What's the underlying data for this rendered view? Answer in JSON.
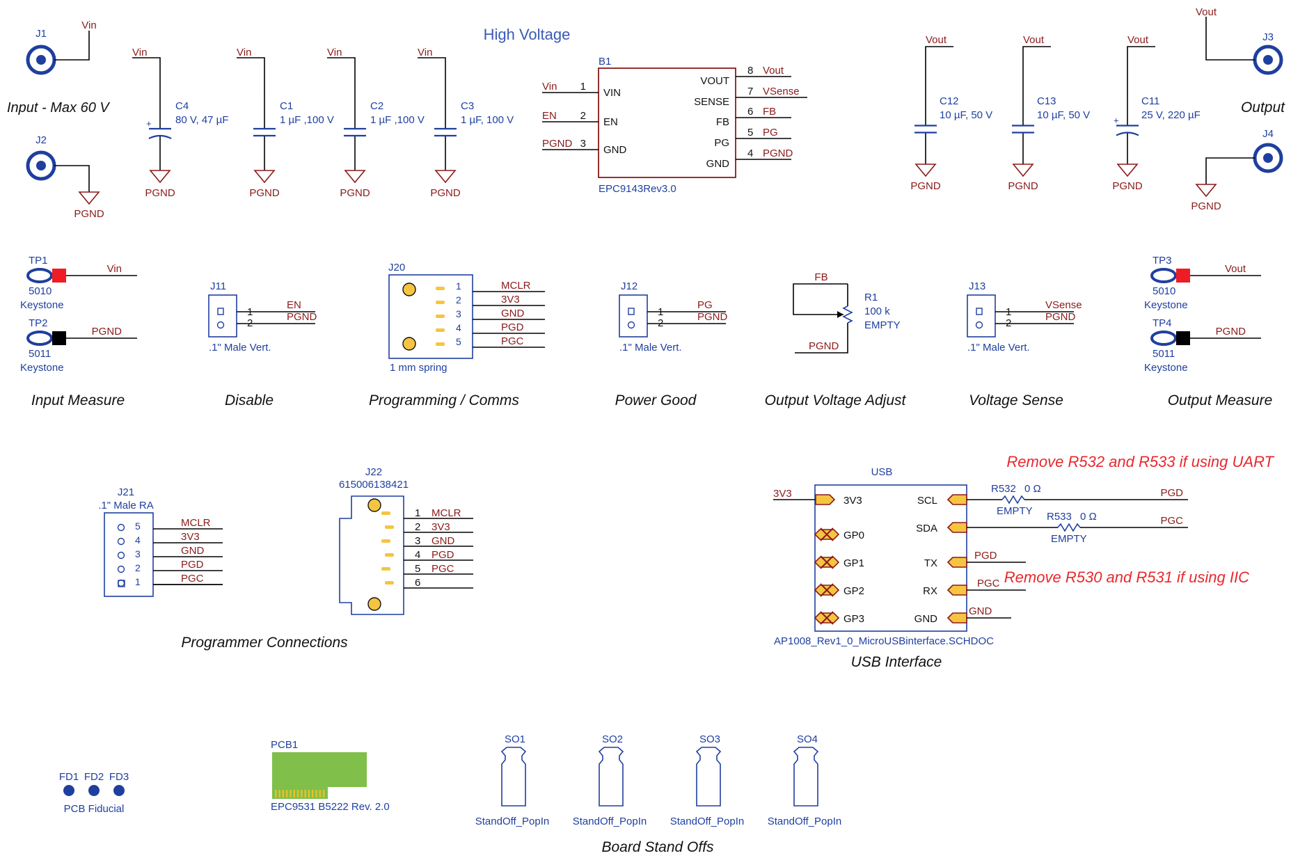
{
  "colors": {
    "net": "#8b1a1a",
    "part": "#1f3f9f",
    "wire": "#000000",
    "annotation": "#e8282d",
    "title": "#3a5ab5",
    "connector_fill": "#f5c542",
    "board_green": "#7fbf4a",
    "tp_red": "#ee1c25",
    "tp_black": "#000000"
  },
  "top": {
    "title": "High Voltage",
    "input_label": "Input - Max 60 V",
    "output_label": "Output",
    "j1": {
      "ref": "J1",
      "net": "Vin"
    },
    "j2": {
      "ref": "J2",
      "net": "PGND"
    },
    "j3": {
      "ref": "J3",
      "net": "Vout"
    },
    "j4": {
      "ref": "J4",
      "net": "PGND"
    },
    "input_caps": [
      {
        "ref": "C4",
        "value": "80 V, 47 µF",
        "net_top": "Vin",
        "net_bottom": "PGND",
        "polarized": true
      },
      {
        "ref": "C1",
        "value": "1 µF ,100 V",
        "net_top": "Vin",
        "net_bottom": "PGND",
        "polarized": false
      },
      {
        "ref": "C2",
        "value": "1 µF ,100 V",
        "net_top": "Vin",
        "net_bottom": "PGND",
        "polarized": false
      },
      {
        "ref": "C3",
        "value": "1 µF, 100 V",
        "net_top": "Vin",
        "net_bottom": "PGND",
        "polarized": false
      }
    ],
    "output_caps": [
      {
        "ref": "C12",
        "value": "10 µF, 50 V",
        "net_top": "Vout",
        "net_bottom": "PGND",
        "polarized": false
      },
      {
        "ref": "C13",
        "value": "10 µF, 50 V",
        "net_top": "Vout",
        "net_bottom": "PGND",
        "polarized": false
      },
      {
        "ref": "C11",
        "value": "25 V, 220 µF",
        "net_top": "Vout",
        "net_bottom": "PGND",
        "polarized": true
      }
    ],
    "module": {
      "ref": "B1",
      "part": "EPC9143Rev3.0",
      "left_pins": [
        {
          "num": "1",
          "name": "VIN",
          "net": "Vin"
        },
        {
          "num": "2",
          "name": "EN",
          "net": "EN"
        },
        {
          "num": "3",
          "name": "GND",
          "net": "PGND"
        }
      ],
      "right_pins": [
        {
          "num": "8",
          "name": "VOUT",
          "net": "Vout"
        },
        {
          "num": "7",
          "name": "SENSE",
          "net": "VSense"
        },
        {
          "num": "6",
          "name": "FB",
          "net": "FB"
        },
        {
          "num": "5",
          "name": "PG",
          "net": "PG"
        },
        {
          "num": "4",
          "name": "GND",
          "net": "PGND"
        }
      ]
    }
  },
  "middle": {
    "tp1": {
      "ref": "TP1",
      "part": "5010",
      "mfr": "Keystone",
      "net": "Vin"
    },
    "tp2": {
      "ref": "TP2",
      "part": "5011",
      "mfr": "Keystone",
      "net": "PGND"
    },
    "tp3": {
      "ref": "TP3",
      "part": "5010",
      "mfr": "Keystone",
      "net": "Vout"
    },
    "tp4": {
      "ref": "TP4",
      "part": "5011",
      "mfr": "Keystone",
      "net": "PGND"
    },
    "j11": {
      "ref": "J11",
      "desc": ".1\" Male Vert.",
      "pins": [
        "1",
        "2"
      ],
      "nets": [
        "EN",
        "PGND"
      ]
    },
    "j12": {
      "ref": "J12",
      "desc": ".1\" Male Vert.",
      "pins": [
        "1",
        "2"
      ],
      "nets": [
        "PG",
        "PGND"
      ]
    },
    "j13": {
      "ref": "J13",
      "desc": ".1\" Male Vert.",
      "pins": [
        "1",
        "2"
      ],
      "nets": [
        "VSense",
        "PGND"
      ]
    },
    "j20": {
      "ref": "J20",
      "desc": "1 mm spring",
      "pins": [
        "1",
        "2",
        "3",
        "4",
        "5"
      ],
      "nets": [
        "MCLR",
        "3V3",
        "GND",
        "PGD",
        "PGC"
      ]
    },
    "r1": {
      "ref": "R1",
      "value": "100 k",
      "note": "EMPTY",
      "net_top": "FB",
      "net_bottom": "PGND"
    },
    "captions": [
      "Input Measure",
      "Disable",
      "Programming / Comms",
      "Power Good",
      "Output Voltage Adjust",
      "Voltage Sense",
      "Output Measure"
    ]
  },
  "programmer": {
    "j21": {
      "ref": "J21",
      "desc": ".1\" Male RA",
      "pins": [
        "5",
        "4",
        "3",
        "2",
        "1"
      ],
      "nets": [
        "MCLR",
        "3V3",
        "GND",
        "PGD",
        "PGC"
      ]
    },
    "j22": {
      "ref": "J22",
      "part": "615006138421",
      "pins": [
        "1",
        "2",
        "3",
        "4",
        "5",
        "6"
      ],
      "nets": [
        "MCLR",
        "3V3",
        "GND",
        "PGD",
        "PGC"
      ]
    },
    "caption": "Programmer Connections"
  },
  "usb": {
    "title": "USB",
    "file": "AP1008_Rev1_0_MicroUSBinterface.SCHDOC",
    "caption": "USB Interface",
    "net_in": "3V3",
    "left_ports": [
      "3V3",
      "GP0",
      "GP1",
      "GP2",
      "GP3"
    ],
    "right_ports": [
      "SCL",
      "SDA",
      "TX",
      "RX",
      "GND"
    ],
    "right_nets": [
      "PGD",
      "PGC",
      "GND"
    ],
    "r532": {
      "ref": "R532",
      "value": "0 Ω",
      "note": "EMPTY"
    },
    "r533": {
      "ref": "R533",
      "value": "0 Ω",
      "note": "EMPTY"
    },
    "note_uart": "Remove R532 and R533 if using UART",
    "note_iic": "Remove R530 and R531 if using IIC"
  },
  "bottom": {
    "fiducials": [
      "FD1",
      "FD2",
      "FD3"
    ],
    "fiducial_caption": "PCB Fiducial",
    "pcb": {
      "ref": "PCB1",
      "desc": "EPC9531 B5222 Rev. 2.0"
    },
    "standoffs": [
      {
        "ref": "SO1",
        "part": "StandOff_PopIn"
      },
      {
        "ref": "SO2",
        "part": "StandOff_PopIn"
      },
      {
        "ref": "SO3",
        "part": "StandOff_PopIn"
      },
      {
        "ref": "SO4",
        "part": "StandOff_PopIn"
      }
    ],
    "caption": "Board Stand Offs"
  }
}
